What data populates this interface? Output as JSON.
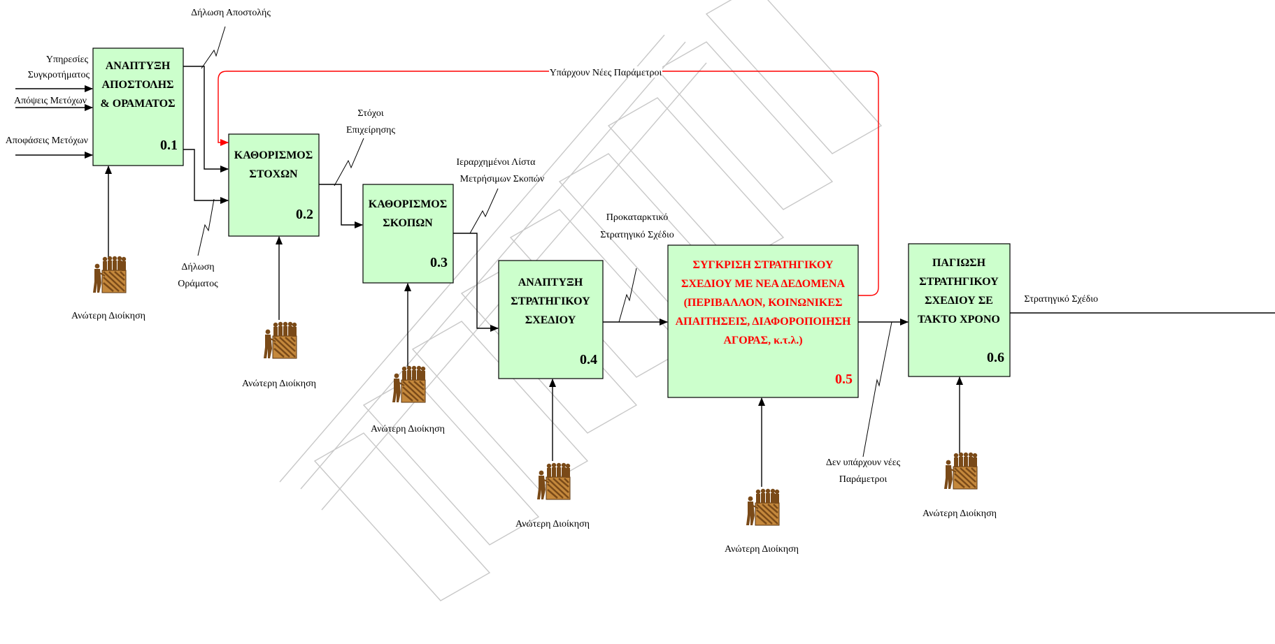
{
  "boxes": [
    {
      "id": "0.1",
      "lines": [
        "ΑΝΑΠΤΥΞΗ",
        "ΑΠΟΣΤΟΛΗΣ",
        "& ΟΡΑΜΑΤΟΣ"
      ],
      "number": "0.1",
      "highlight": false
    },
    {
      "id": "0.2",
      "lines": [
        "ΚΑΘΟΡΙΣΜΟΣ",
        "ΣΤΟΧΩΝ"
      ],
      "number": "0.2",
      "highlight": false
    },
    {
      "id": "0.3",
      "lines": [
        "ΚΑΘΟΡΙΣΜΟΣ",
        "ΣΚΟΠΩΝ"
      ],
      "number": "0.3",
      "highlight": false
    },
    {
      "id": "0.4",
      "lines": [
        "ΑΝΑΠΤΥΞΗ",
        "ΣΤΡΑΤΗΓΙΚΟΥ",
        "ΣΧΕΔΙΟΥ"
      ],
      "number": "0.4",
      "highlight": false
    },
    {
      "id": "0.5",
      "lines": [
        "ΣΥΓΚΡΙΣΗ ΣΤΡΑΤΗΓΙΚΟΥ",
        "ΣΧΕΔΙΟΥ ΜΕ ΝΕΑ ΔΕΔΟΜΕΝΑ",
        "(ΠΕΡΙΒΑΛΛΟΝ, ΚΟΙΝΩΝΙΚΕΣ",
        "ΑΠΑΙΤΗΣΕΙΣ, ΔΙΑΦΟΡΟΠΟΙΗΣΗ",
        "ΑΓΟΡΑΣ, κ.τ.λ.)"
      ],
      "number": "0.5",
      "highlight": true
    },
    {
      "id": "0.6",
      "lines": [
        "ΠΑΓΙΩΣΗ",
        "ΣΤΡΑΤΗΓΙΚΟΥ",
        "ΣΧΕΔΙΟΥ ΣΕ",
        "ΤΑΚΤΟ ΧΡΟΝΟ"
      ],
      "number": "0.6",
      "highlight": false
    }
  ],
  "inputs": {
    "services": [
      "Υπηρεσίες",
      "Συγκροτήματος"
    ],
    "shareholder_views": "Απόψεις Μετόχων",
    "shareholder_decisions": "Αποφάσεις Μετόχων"
  },
  "flows": {
    "mission_statement": "Δήλωση Αποστολής",
    "vision_statement": [
      "Δήλωση",
      "Οράματος"
    ],
    "business_goals": [
      "Στόχοι",
      "Επιχείρησης"
    ],
    "ranked_objectives": [
      "Ιεραρχημένοι Λίστα",
      "Μετρήσιμων Σκοπών"
    ],
    "preliminary_plan": [
      "Προκαταρκτικό",
      "Στρατηγικό Σχέδιο"
    ],
    "new_parameters": "Υπάρχουν Νέες Παράμετροι",
    "no_new_parameters": [
      "Δεν υπάρχουν νέες",
      "Παράμετροι"
    ],
    "output": "Στρατηγικό Σχέδιο"
  },
  "mechanism_label": "Ανώτερη Διοίκηση",
  "colors": {
    "box_fill": "#ccffcc",
    "highlight": "#ff0000",
    "line": "#000000",
    "watermark": "#c8c8c8"
  },
  "icons": {
    "mechanism": "management-people-icon"
  }
}
